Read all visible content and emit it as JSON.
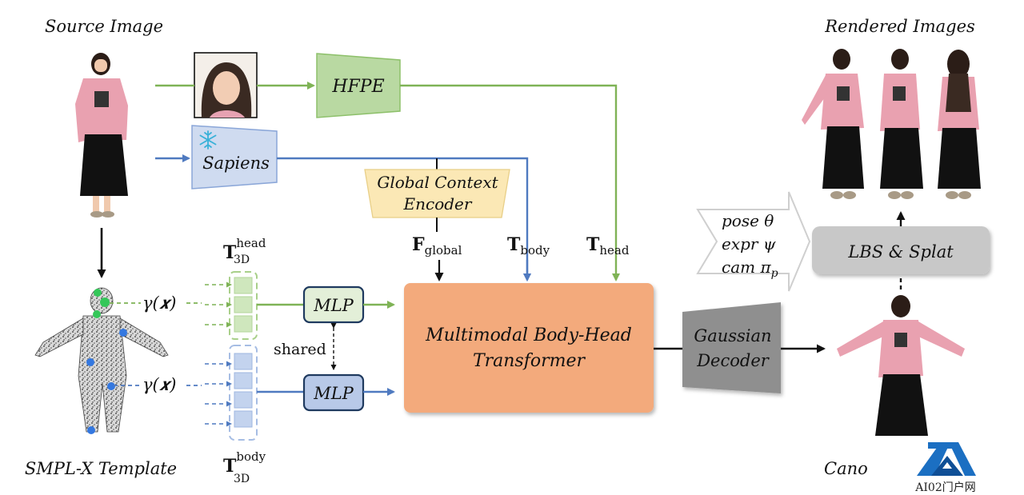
{
  "labels": {
    "source_image": "Source Image",
    "rendered_images": "Rendered Images",
    "smplx_template": "SMPL-X Template",
    "canonical_partial": "Cano",
    "hfpe": "HFPE",
    "sapiens": "Sapiens",
    "global_context_line1": "Global Context",
    "global_context_line2": "Encoder",
    "f_global": "F",
    "f_global_sub": "global",
    "t_body": "T",
    "t_body_sub": "body",
    "t_head": "T",
    "t_head_sub": "head",
    "t3d_head": "T",
    "t3d_head_sup": "head",
    "t3d_head_sub": "3D",
    "t3d_body": "T",
    "t3d_body_sup": "body",
    "t3d_body_sub": "3D",
    "gamma_x": "γ(𝒙)",
    "mlp": "MLP",
    "shared": "shared",
    "transformer_line1": "Multimodal Body-Head",
    "transformer_line2": "Transformer",
    "gaussian_line1": "Gaussian",
    "gaussian_line2": "Decoder",
    "lbs_splat": "LBS & Splat",
    "pose": "pose θ",
    "expr": "expr ψ",
    "cam": "cam π",
    "cam_sub": "p"
  },
  "logo": {
    "text": "AI02门户网",
    "icon": "triangle-a-logo-icon"
  },
  "icons": {
    "freeze": "snowflake-icon"
  },
  "colors": {
    "green_line": "#7fb356",
    "blue_line": "#4f7ac0",
    "hfpe_fill": "#b9d9a2",
    "sapiens_fill": "#cfdbf0",
    "global_ctx_fill": "#fbe8b5",
    "transformer_fill": "#f3aa7b",
    "gaussian_fill": "#8f8f8f",
    "lbs_fill": "#c8c8c8",
    "mlp_green": "#e3efd8",
    "mlp_blue": "#b8c9e8",
    "logo_blue": "#1b6fc2"
  }
}
